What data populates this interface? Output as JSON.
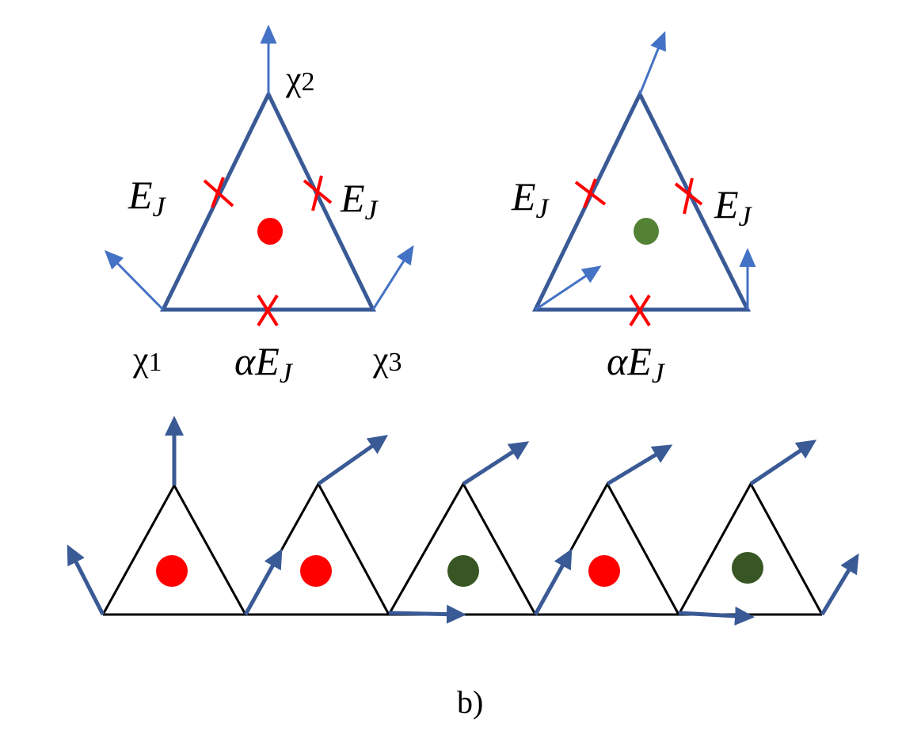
{
  "colors": {
    "frame": "#3a5a96",
    "arrow": "#4472c4",
    "arrow_dark": "#3a5a96",
    "junction": "#ff0000",
    "plaquette_red": "#ff0000",
    "plaquette_green_light": "#548235",
    "plaquette_green_dark": "#375623",
    "chain_edge": "#000000"
  },
  "labels": {
    "chi1": "χ",
    "chi1_sub": "1",
    "chi2": "χ",
    "chi2_sub": "2",
    "chi3": "χ",
    "chi3_sub": "3",
    "ej": "E",
    "ej_sub": "J",
    "alpha": "α",
    "alpha_ej": "E",
    "alpha_ej_sub": "J",
    "caption": "b)"
  },
  "top_left_triangle": {
    "plaquette_color": "red",
    "junctions": [
      "E_J",
      "E_J",
      "αE_J"
    ],
    "spins": [
      "up-left",
      "up",
      "up-right"
    ]
  },
  "top_right_triangle": {
    "plaquette_color": "green",
    "junctions": [
      "E_J",
      "E_J",
      "αE_J"
    ],
    "spins": [
      "up-right",
      "up-right",
      "up"
    ]
  },
  "chain": {
    "plaquette_colors": [
      "red",
      "red",
      "green",
      "red",
      "green"
    ]
  }
}
